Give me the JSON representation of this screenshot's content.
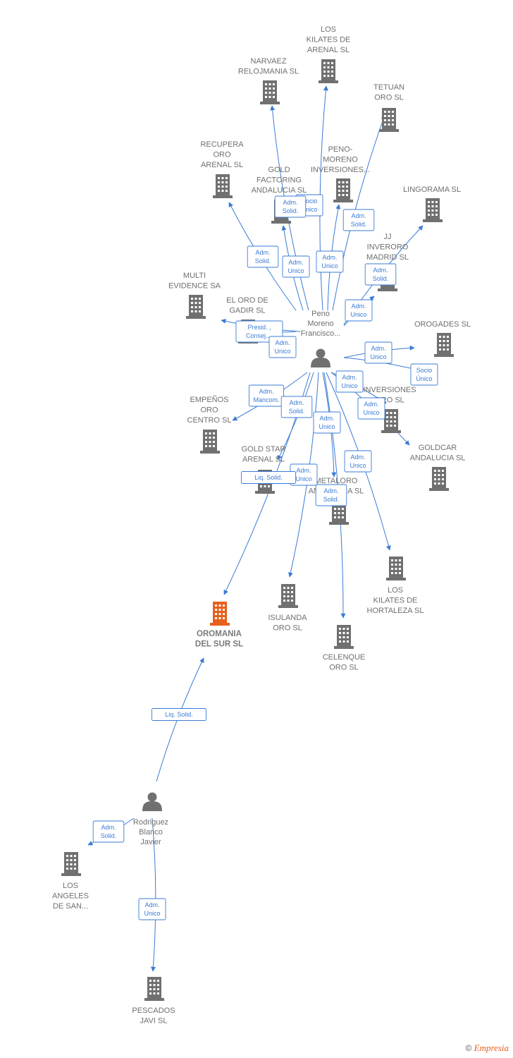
{
  "colors": {
    "edge": "#3a7bd5",
    "building": "#707070",
    "building_highlight": "#e8601c",
    "person": "#707070",
    "label": "#6f6f6f"
  },
  "companies": [
    {
      "id": "losKilatesArenal",
      "lines": [
        "LOS",
        "KILATES DE",
        "ARENAL SL"
      ],
      "highlight": false
    },
    {
      "id": "narvaez",
      "lines": [
        "NARVAEZ",
        "RELOJMANIA SL"
      ],
      "highlight": false
    },
    {
      "id": "tetuan",
      "lines": [
        "TETUAN",
        "ORO SL"
      ],
      "highlight": false
    },
    {
      "id": "recupera",
      "lines": [
        "RECUPERA",
        "ORO",
        "ARENAL SL"
      ],
      "highlight": false
    },
    {
      "id": "penoMoreno",
      "lines": [
        "PENO-",
        "MORENO",
        "INVERSIONES..."
      ],
      "highlight": false
    },
    {
      "id": "goldFactoring",
      "lines": [
        "GOLD",
        "FACTORING",
        "ANDALUCIA SL"
      ],
      "highlight": false
    },
    {
      "id": "lingorama",
      "lines": [
        "LINGORAMA SL"
      ],
      "highlight": false
    },
    {
      "id": "jjInveroro",
      "lines": [
        "JJ",
        "INVERORO",
        "MADRID SL"
      ],
      "highlight": false
    },
    {
      "id": "multiEvidence",
      "lines": [
        "MULTI",
        "EVIDENCE SA"
      ],
      "highlight": false
    },
    {
      "id": "elOroGadir",
      "lines": [
        "EL ORO DE",
        "GADIR SL"
      ],
      "highlight": false
    },
    {
      "id": "orogades",
      "lines": [
        "OROGADES SL"
      ],
      "highlight": false
    },
    {
      "id": "inversiones",
      "lines": [
        "INVERSIONES",
        "ORO SL"
      ],
      "highlight": false
    },
    {
      "id": "empenos",
      "lines": [
        "EMPEÑOS",
        "ORO",
        "CENTRO SL"
      ],
      "highlight": false
    },
    {
      "id": "goldcar",
      "lines": [
        "GOLDCAR",
        "ANDALUCIA SL"
      ],
      "highlight": false
    },
    {
      "id": "goldStar",
      "lines": [
        "GOLD STAR",
        "ARENAL SL"
      ],
      "highlight": false
    },
    {
      "id": "metaloro",
      "lines": [
        "METALORO",
        "ANDALUCIA SL"
      ],
      "highlight": false
    },
    {
      "id": "losKilatesHortaleza",
      "lines": [
        "LOS",
        "KILATES DE",
        "HORTALEZA SL"
      ],
      "highlight": false
    },
    {
      "id": "oromania",
      "lines": [
        "OROMANIA",
        "DEL SUR SL"
      ],
      "highlight": true
    },
    {
      "id": "isulanda",
      "lines": [
        "ISULANDA",
        "ORO SL"
      ],
      "highlight": false
    },
    {
      "id": "celenque",
      "lines": [
        "CELENQUE",
        "ORO SL"
      ],
      "highlight": false
    },
    {
      "id": "losAngeles",
      "lines": [
        "LOS",
        "ANGELES",
        "DE SAN..."
      ],
      "highlight": false
    },
    {
      "id": "pescados",
      "lines": [
        "PESCADOS",
        "JAVI SL"
      ],
      "highlight": false
    }
  ],
  "people": [
    {
      "id": "peno",
      "lines": [
        "Peno",
        "Moreno",
        "Francisco..."
      ]
    },
    {
      "id": "rodriguez",
      "lines": [
        "Rodriguez",
        "Blanco",
        "Javier"
      ]
    }
  ],
  "relations": [
    {
      "from": "peno",
      "to": "losKilatesArenal",
      "lines": [
        "Adm.",
        "Unico"
      ]
    },
    {
      "from": "peno",
      "to": "narvaez",
      "lines": [
        "Adm.",
        "Unico"
      ]
    },
    {
      "from": "peno",
      "to": "tetuan",
      "lines": [
        "Adm.",
        "Solid."
      ]
    },
    {
      "from": "peno",
      "to": "recupera",
      "lines": [
        "Adm.",
        "Solid."
      ]
    },
    {
      "from": "peno",
      "to": "penoMoreno",
      "lines": [
        "Socio",
        "Único"
      ]
    },
    {
      "from": "peno",
      "to": "goldFactoring",
      "lines": [
        "Adm.",
        "Solid."
      ]
    },
    {
      "from": "peno",
      "to": "lingorama",
      "lines": [
        "Adm.",
        "Solid."
      ]
    },
    {
      "from": "peno",
      "to": "jjInveroro",
      "lines": [
        "Adm.",
        "Unico"
      ]
    },
    {
      "from": "peno",
      "to": "elOroGadir",
      "lines": [
        "Presid. ,",
        "Consej...."
      ]
    },
    {
      "from": "peno",
      "to": "multiEvidence",
      "lines": [
        "Adm.",
        "Unico"
      ]
    },
    {
      "from": "peno",
      "to": "orogades",
      "lines": [
        "Adm.",
        "Unico"
      ]
    },
    {
      "from": "peno",
      "to": "orogadesSocio",
      "lines": [
        "Socio",
        "Único"
      ]
    },
    {
      "from": "peno",
      "to": "inversiones",
      "lines": [
        "Adm.",
        "Unico"
      ]
    },
    {
      "from": "peno",
      "to": "goldcar",
      "lines": [
        "Adm.",
        "Unico"
      ]
    },
    {
      "from": "peno",
      "to": "empenos",
      "lines": [
        "Adm.",
        "Mancom."
      ]
    },
    {
      "from": "peno",
      "to": "goldStar",
      "lines": [
        "Adm.",
        "Solid."
      ]
    },
    {
      "from": "peno",
      "to": "isulanda",
      "lines": [
        "Adm.",
        "Unico"
      ]
    },
    {
      "from": "peno",
      "to": "oromania",
      "lines": [
        "Liq.  Solid."
      ]
    },
    {
      "from": "peno",
      "to": "metaloro",
      "lines": [
        "Adm.",
        "Unico"
      ]
    },
    {
      "from": "peno",
      "to": "celenque",
      "lines": [
        "Adm.",
        "Solid."
      ]
    },
    {
      "from": "peno",
      "to": "losKilatesHortaleza",
      "lines": [
        "Adm.",
        "Unico"
      ]
    },
    {
      "from": "rodriguez",
      "to": "oromania",
      "lines": [
        "Liq.  Solid."
      ]
    },
    {
      "from": "rodriguez",
      "to": "losAngeles",
      "lines": [
        "Adm.",
        "Solid."
      ]
    },
    {
      "from": "rodriguez",
      "to": "pescados",
      "lines": [
        "Adm.",
        "Unico"
      ]
    }
  ],
  "copyright": {
    "symbol": "©",
    "brand": "Empresia"
  }
}
